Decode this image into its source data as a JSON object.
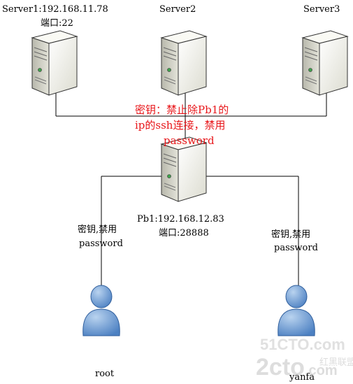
{
  "servers": [
    {
      "name": "Server1:192.168.11.78",
      "port": "端口:22"
    },
    {
      "name": "Server2",
      "port": ""
    },
    {
      "name": "Server3",
      "port": ""
    }
  ],
  "center_note": [
    "密钥：禁止除Pb1的",
    "ip的ssh连接，禁用",
    "password"
  ],
  "jump_host": {
    "ip": "Pb1:192.168.12.83",
    "port": "端口:28888"
  },
  "left_link_note": [
    "密钥,禁用",
    "password"
  ],
  "right_link_note": [
    "密钥,禁用",
    "password"
  ],
  "users": [
    {
      "name": "root"
    },
    {
      "name": "yanfa"
    }
  ],
  "watermark": {
    "top": "51CTO.com",
    "logo": "2cto",
    "logo_suffix": ".com",
    "cn": "红黑联盟"
  },
  "colors": {
    "server_body": "#f2f2ea",
    "server_side": "#c9c9bd",
    "user_blue": "#6f9fd6",
    "note_red": "#e8161a",
    "line": "#000000"
  }
}
